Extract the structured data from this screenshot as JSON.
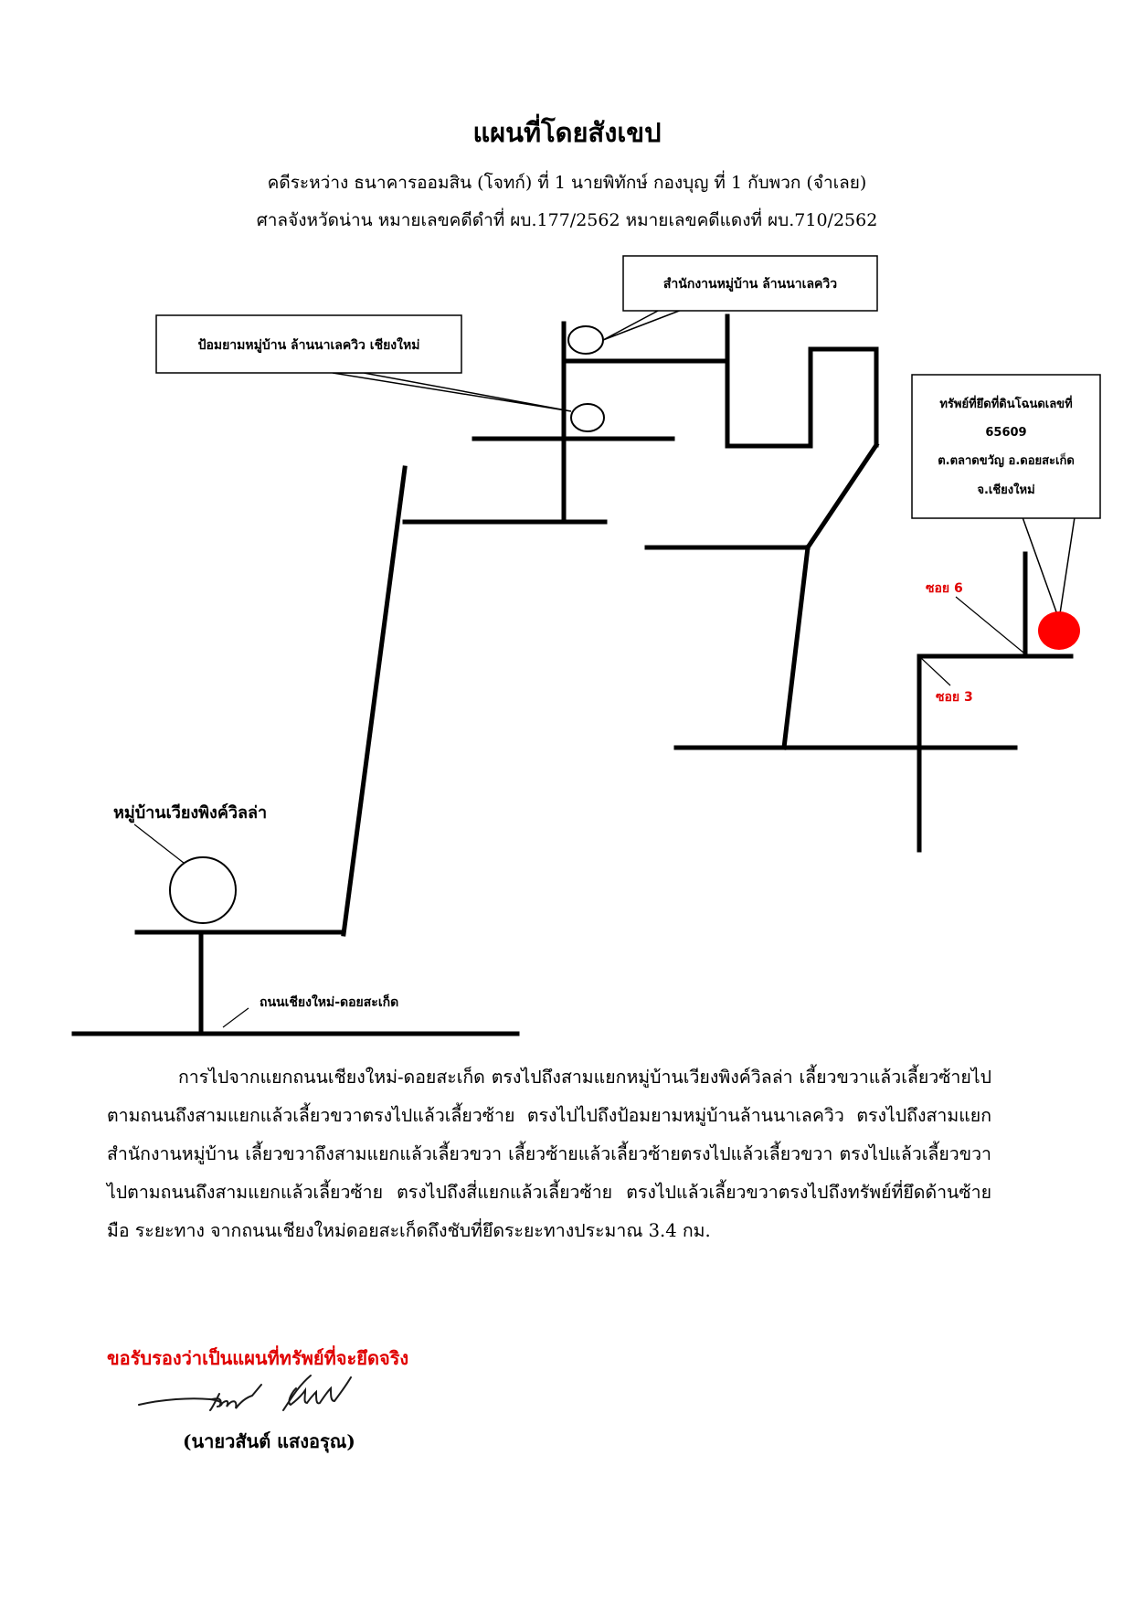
{
  "header": {
    "title": "แผนที่โดยสังเขป",
    "case_line": "คดีระหว่าง ธนาคารออมสิน (โจทก์) ที่ 1 นายพิทักษ์ กองบุญ ที่ 1 กับพวก (จำเลย)",
    "court_line": "ศาลจังหวัดน่าน หมายเลขคดีดำที่ ผบ.177/2562 หมายเลขคดีแดงที่ ผบ.710/2562"
  },
  "map": {
    "office_label": "สำนักงานหมู่บ้าน ล้านนาเลควิว",
    "guard_label": "ป้อมยามหมู่บ้าน ล้านนาเลควิว เชียงใหม่",
    "property_callout": {
      "line1": "ทรัพย์ที่ยึดที่ดินโฉนดเลขที่",
      "line2": "65609",
      "line3": "ต.ตลาดขวัญ อ.ดอยสะเก็ด",
      "line4": "จ.เชียงใหม่"
    },
    "soi6_label": "ซอย 6",
    "soi3_label": "ซอย 3",
    "village_label": "หมู่บ้านเวียงพิงค์วิลล่า",
    "road_label": "ถนนเชียงใหม่-ดอยสะเก็ด",
    "colors": {
      "road": "#000000",
      "property_marker": "#ff0000",
      "soi_label": "#e00000"
    }
  },
  "directions": "การไปจากแยกถนนเชียงใหม่-ดอยสะเก็ด ตรงไปถึงสามแยกหมู่บ้านเวียงพิงค์วิลล่า เลี้ยวขวาแล้วเลี้ยวซ้ายไปตามถนนถึงสามแยกแล้วเลี้ยวขวาตรงไปแล้วเลี้ยวซ้าย ตรงไปไปถึงป้อมยามหมู่บ้านล้านนาเลควิว ตรงไปถึงสามแยกสำนักงานหมู่บ้าน เลี้ยวขวาถึงสามแยกแล้วเลี้ยวขวา เลี้ยวซ้ายแล้วเลี้ยวซ้ายตรงไปแล้วเลี้ยวขวา ตรงไปแล้วเลี้ยวขวาไปตามถนนถึงสามแยกแล้วเลี้ยวซ้าย ตรงไปถึงสี่แยกแล้วเลี้ยวซ้าย ตรงไปแล้วเลี้ยวขวาตรงไปถึงทรัพย์ที่ยึดด้านซ้ายมือ ระยะทาง จากถนนเชียงใหม่ดอยสะเก็ดถึงชับที่ยึดระยะทางประมาณ 3.4 กม.",
  "certification": {
    "statement": "ขอรับรองว่าเป็นแผนที่ทรัพย์ที่จะยึดจริง",
    "signer": "(นายวสันต์ แสงอรุณ)"
  }
}
